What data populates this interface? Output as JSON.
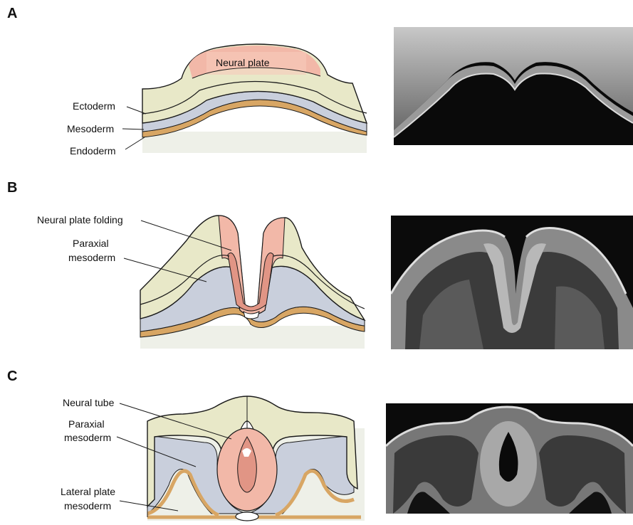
{
  "panels": [
    {
      "letter": "A",
      "labels": {
        "neural_plate": "Neural plate",
        "ectoderm": "Ectoderm",
        "mesoderm": "Mesoderm",
        "endoderm": "Endoderm"
      }
    },
    {
      "letter": "B",
      "labels": {
        "neural_plate_folding": "Neural plate folding",
        "paraxial_mesoderm_1": "Paraxial",
        "paraxial_mesoderm_2": "mesoderm"
      }
    },
    {
      "letter": "C",
      "labels": {
        "neural_tube": "Neural tube",
        "paraxial_mesoderm_1": "Paraxial",
        "paraxial_mesoderm_2": "mesoderm",
        "lateral_plate_1": "Lateral plate",
        "lateral_plate_2": "mesoderm"
      }
    }
  ],
  "colors": {
    "ectoderm": "#e8e8c8",
    "ectoderm_side": "#d7d9b0",
    "neural": "#f2b8a8",
    "neural_dark": "#e19585",
    "mesoderm": "#c9cfdc",
    "endoderm": "#d8a664",
    "interior": "#eef0e8",
    "outline": "#1a1a1a"
  }
}
